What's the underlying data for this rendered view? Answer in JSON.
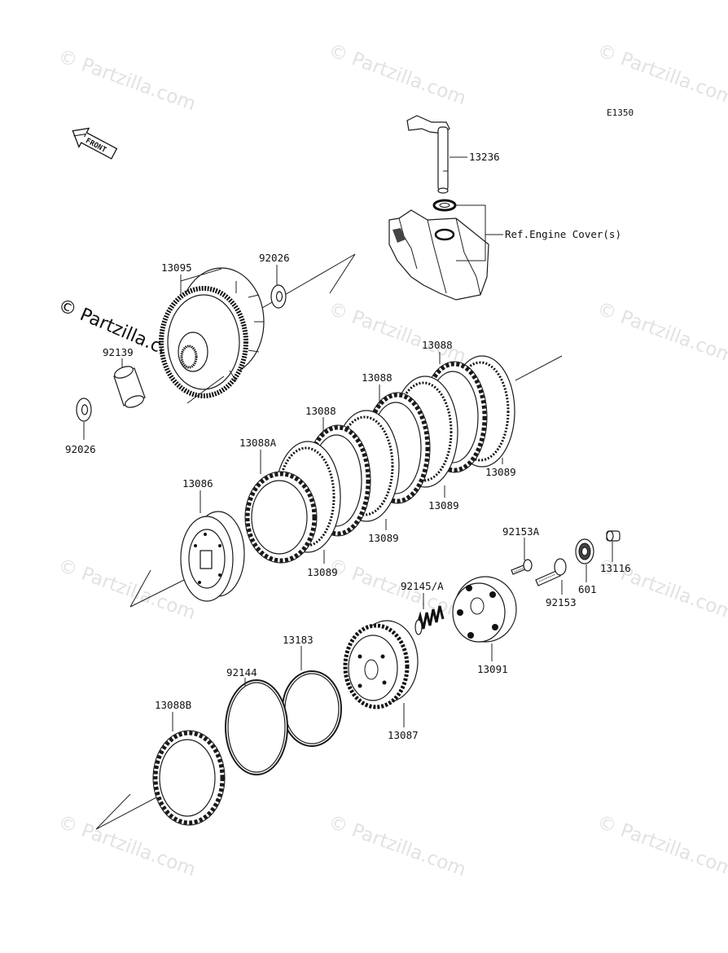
{
  "diagram_code": "E1350",
  "front_label": "FRONT",
  "watermark_text": "© Partzilla.com",
  "colors": {
    "line": "#1a1a1a",
    "watermark": "#e2e2e2",
    "background": "#ffffff"
  },
  "callouts": {
    "shaft_13236": "13236",
    "ref_engine_cover": "Ref.Engine Cover(s)",
    "housing_13095": "13095",
    "washer_top_92026": "92026",
    "collar_92139": "92139",
    "washer_bottom_92026": "92026",
    "plate_13088_top": "13088",
    "plate_13088_mid": "13088",
    "plate_13088_low": "13088",
    "plate_13088A": "13088A",
    "steel_13089_right": "13089",
    "steel_13089_mid": "13089",
    "steel_13089_center": "13089",
    "steel_13089_left": "13089",
    "hub_13086": "13086",
    "bolt_92153A": "92153A",
    "cap_13116": "13116",
    "bearing_601": "601",
    "bolt_92153": "92153",
    "spring_92145A": "92145/A",
    "pressure_plate_13091": "13091",
    "ring_13183": "13183",
    "ring_92144": "92144",
    "boss_13087": "13087",
    "plate_13088B": "13088B"
  }
}
